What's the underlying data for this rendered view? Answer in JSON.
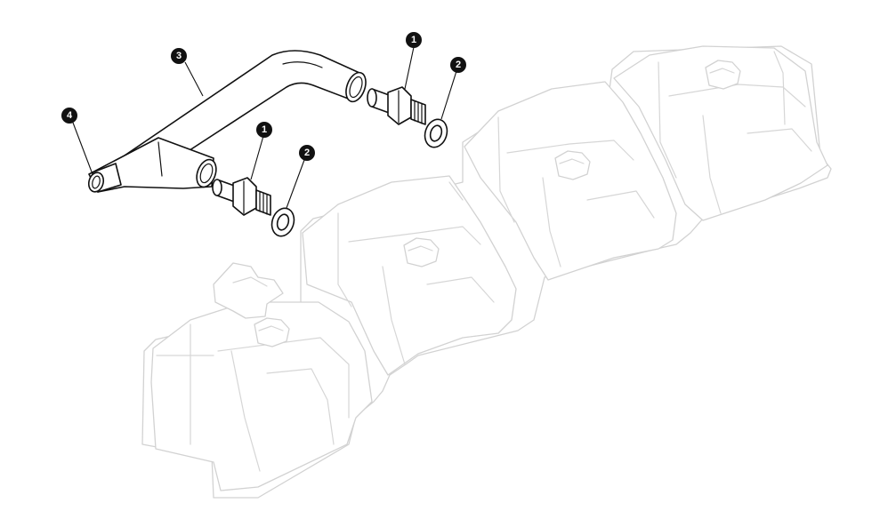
{
  "diagram": {
    "callouts": [
      {
        "id": "c1a",
        "label": "1"
      },
      {
        "id": "c2a",
        "label": "2"
      },
      {
        "id": "c3",
        "label": "3"
      },
      {
        "id": "c4",
        "label": "4"
      },
      {
        "id": "c1b",
        "label": "1"
      },
      {
        "id": "c2b",
        "label": "2"
      }
    ],
    "colors": {
      "ink": "#111111",
      "ghost_outline": "#d2d2d2",
      "background": "#ffffff"
    }
  }
}
